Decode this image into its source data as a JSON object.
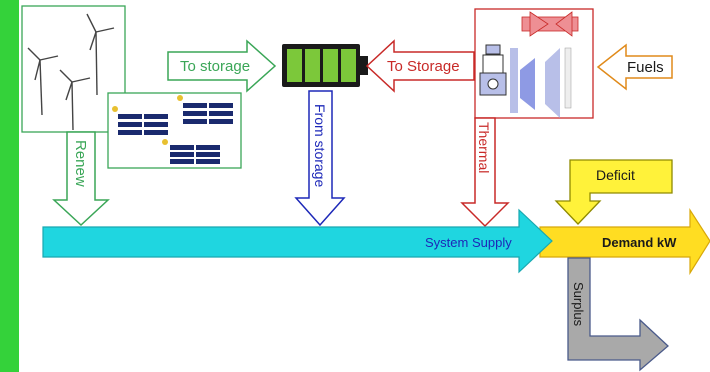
{
  "labels": {
    "to_storage_left": "To storage",
    "to_storage_right": "To Storage",
    "fuels": "Fuels",
    "renew": "Renew",
    "from_storage": "From storage",
    "thermal": "Thermal",
    "deficit": "Deficit",
    "system_supply": "System Supply",
    "demand": "Demand kW",
    "surplus": "Surplus"
  },
  "colors": {
    "page_border": "#34d23a",
    "renew": "#3aa657",
    "storage_out": "#1d28b8",
    "thermal": "#c82a28",
    "fuels": "#e08a1a",
    "supply": "#1fd6e0",
    "demand": "#ffdd22",
    "surplus": "#a9a9a9",
    "battery": "#7cc83a"
  }
}
